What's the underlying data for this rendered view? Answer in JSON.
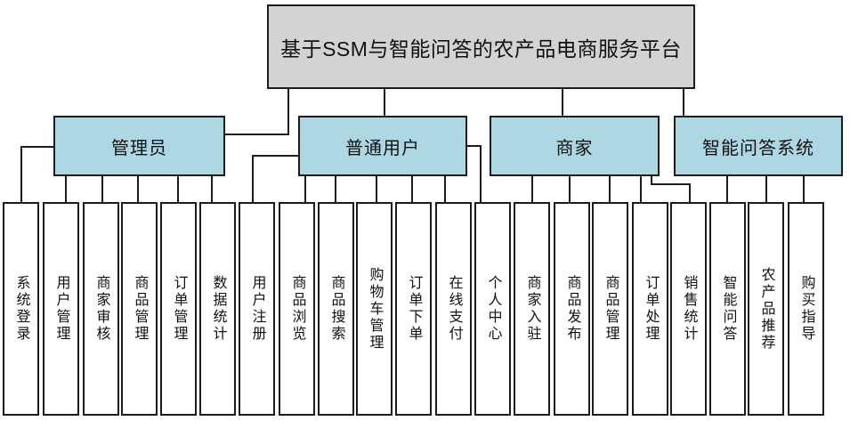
{
  "diagram": {
    "title": "基于SSM与智能问答的农产品电商服务平台",
    "groups": [
      {
        "id": "admin",
        "label": "管理员",
        "children": [
          "系统登录",
          "用户管理",
          "商家审核",
          "商品管理",
          "订单管理",
          "数据统计"
        ]
      },
      {
        "id": "user",
        "label": "普通用户",
        "children": [
          "用户注册",
          "商品浏览",
          "商品搜索",
          "购物车管理",
          "订单下单",
          "在线支付",
          "个人中心"
        ]
      },
      {
        "id": "merchant",
        "label": "商家",
        "children": [
          "商家入驻",
          "商品发布",
          "商品管理",
          "订单处理",
          "销售统计"
        ]
      },
      {
        "id": "qa-system",
        "label": "智能问答系统",
        "children": [
          "智能问答",
          "农产品推荐",
          "购买指导"
        ]
      }
    ],
    "colors": {
      "root_fill": "#d3d3d3",
      "group_fill": "#aed7e4",
      "child_fill": "#ffffff",
      "line": "#1c1c1c",
      "background": "#ffffff"
    }
  }
}
